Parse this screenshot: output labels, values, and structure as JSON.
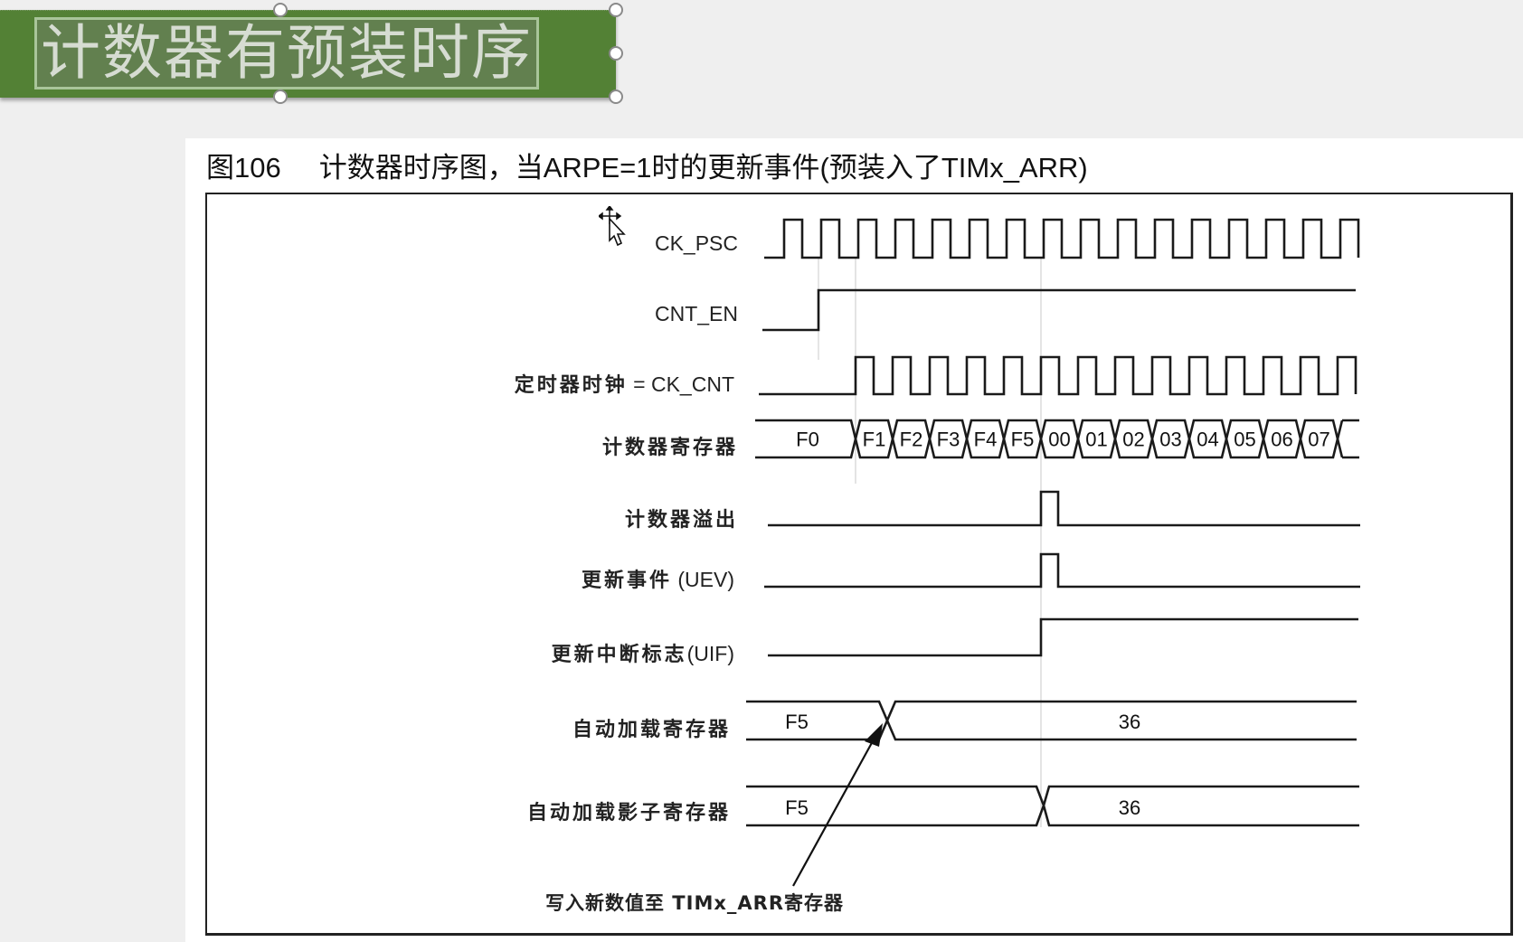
{
  "slide": {
    "title": "计数器有预装时序",
    "title_bg_color": "#538135"
  },
  "figure": {
    "number": "图106",
    "caption": "计数器时序图，当ARPE=1时的更新事件(预装入了TIMx_ARR)"
  },
  "signals": [
    {
      "id": "ck_psc",
      "label": "CK_PSC"
    },
    {
      "id": "cnt_en",
      "label": "CNT_EN"
    },
    {
      "id": "ck_cnt",
      "label_cn": "定时器时钟",
      "label_en": "= CK_CNT"
    },
    {
      "id": "counter_register",
      "label": "计数器寄存器"
    },
    {
      "id": "counter_overflow",
      "label": "计数器溢出"
    },
    {
      "id": "uev",
      "label_cn": "更新事件",
      "label_en": "(UEV)"
    },
    {
      "id": "uif",
      "label_cn": "更新中断标志",
      "label_en": "(UIF)"
    },
    {
      "id": "arr",
      "label": "自动加载寄存器"
    },
    {
      "id": "arr_shadow",
      "label": "自动加载影子寄存器"
    }
  ],
  "counter_values": [
    "F0",
    "F1",
    "F2",
    "F3",
    "F4",
    "F5",
    "00",
    "01",
    "02",
    "03",
    "04",
    "05",
    "06",
    "07"
  ],
  "arr_values": {
    "before": "F5",
    "after": "36"
  },
  "shadow_values": {
    "before": "F5",
    "after": "36"
  },
  "annotation": "写入新数值至 TIMx_ARR寄存器",
  "chart_data": {
    "type": "timing-diagram",
    "title": "图106 计数器时序图，当ARPE=1时的更新事件(预装入了TIMx_ARR)",
    "signals": [
      {
        "name": "CK_PSC",
        "kind": "clock",
        "cycles": 16
      },
      {
        "name": "CNT_EN",
        "kind": "digital",
        "transitions": [
          {
            "at_clock": 1,
            "to": 1
          }
        ]
      },
      {
        "name": "定时器时钟 = CK_CNT",
        "kind": "clock",
        "starts_after_cycle": 2,
        "cycles": 14
      },
      {
        "name": "计数器寄存器",
        "kind": "bus",
        "values": [
          "F0",
          "F1",
          "F2",
          "F3",
          "F4",
          "F5",
          "00",
          "01",
          "02",
          "03",
          "04",
          "05",
          "06",
          "07"
        ]
      },
      {
        "name": "计数器溢出",
        "kind": "pulse",
        "at_value": "00"
      },
      {
        "name": "更新事件 (UEV)",
        "kind": "pulse",
        "at_value": "00"
      },
      {
        "name": "更新中断标志 (UIF)",
        "kind": "digital",
        "rises_at_value": "00"
      },
      {
        "name": "自动加载寄存器",
        "kind": "bus",
        "values": [
          "F5",
          "36"
        ],
        "change": "during F1 (software write)"
      },
      {
        "name": "自动加载影子寄存器",
        "kind": "bus",
        "values": [
          "F5",
          "36"
        ],
        "change": "at update event (00)"
      }
    ],
    "annotations": [
      "写入新数值至 TIMx_ARR寄存器"
    ]
  }
}
